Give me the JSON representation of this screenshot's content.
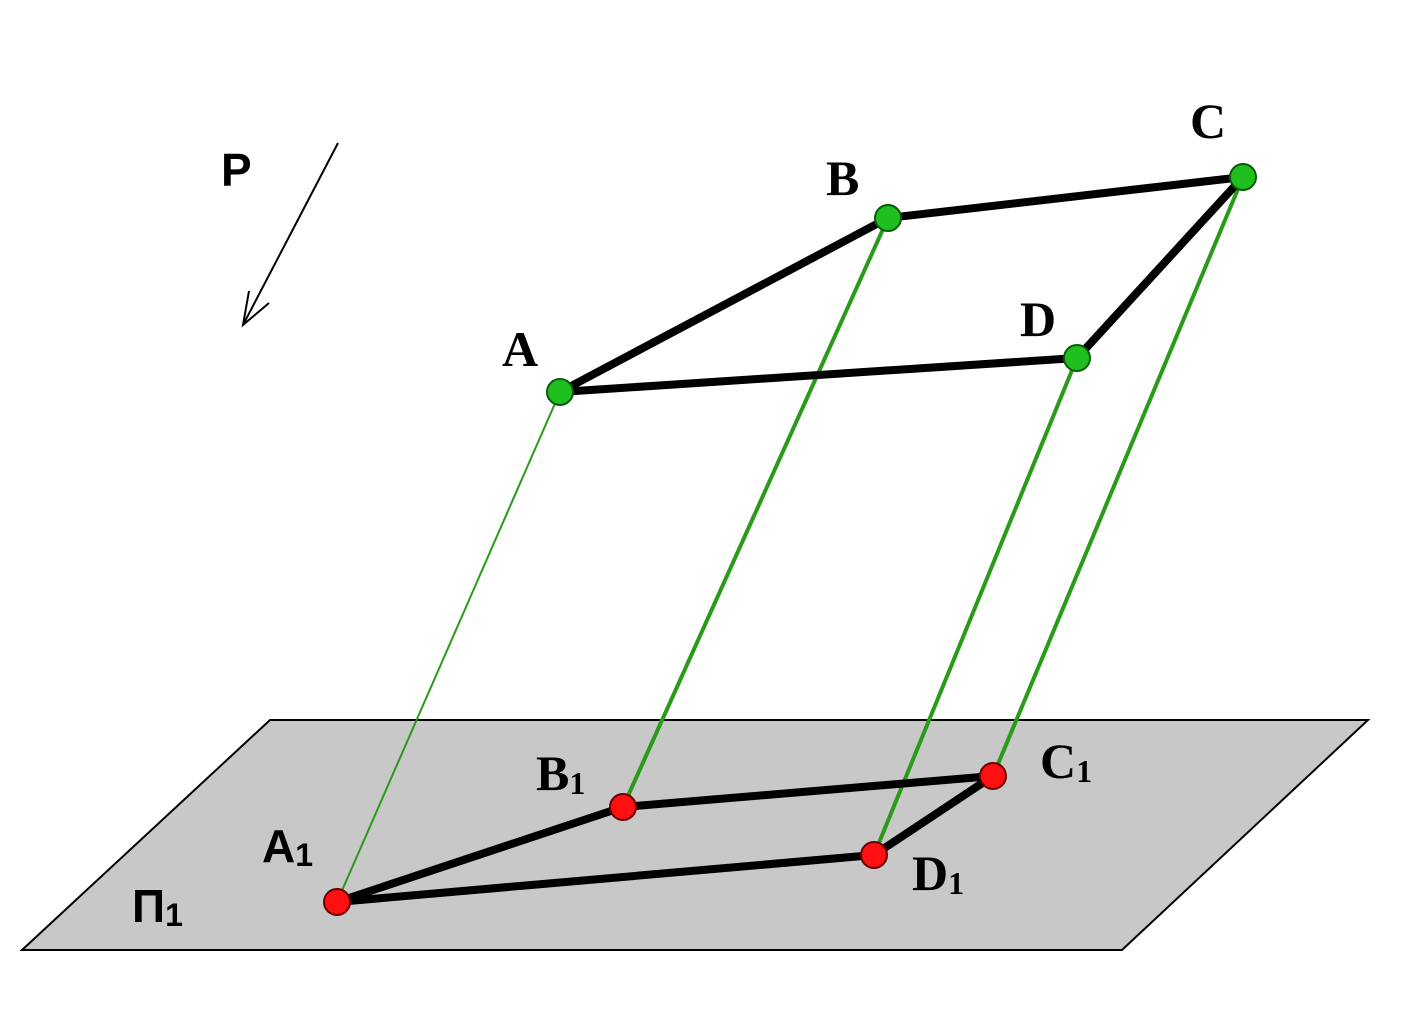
{
  "colors": {
    "plane_fill": "#c8c8c8",
    "edge": "#000000",
    "projector": "#2a9a1a",
    "original_point": "#1fbf1f",
    "projected_point": "#ff1010"
  },
  "labels": {
    "direction": "P",
    "plane": {
      "main": "П",
      "sub": "1"
    },
    "A": "A",
    "B": "B",
    "C": "C",
    "D": "D",
    "A1": {
      "main": "A",
      "sub": "1"
    },
    "B1": {
      "main": "B",
      "sub": "1"
    },
    "C1": {
      "main": "C",
      "sub": "1"
    },
    "D1": {
      "main": "D",
      "sub": "1"
    }
  }
}
